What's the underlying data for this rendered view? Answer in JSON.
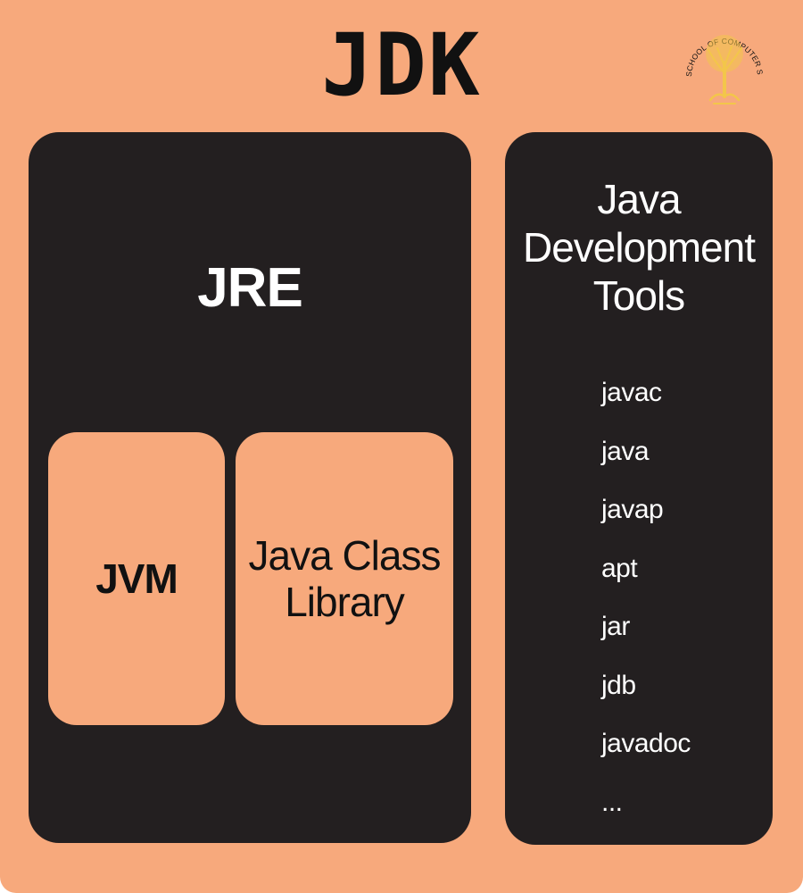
{
  "diagram": {
    "title": "JDK",
    "logo": {
      "text": "SCHOOL OF COMPUTER SCIENCE",
      "icon": "tree-icon",
      "color": "#f3c64a"
    },
    "jre": {
      "label": "JRE",
      "components": [
        {
          "label": "JVM"
        },
        {
          "label": "Java Class\nLibrary"
        }
      ]
    },
    "tools": {
      "title": "Java\nDevelopment\nTools",
      "items": [
        "javac",
        "java",
        "javap",
        "apt",
        "jar",
        "jdb",
        "javadoc",
        "..."
      ]
    },
    "colors": {
      "background": "#f7a97c",
      "panel": "#231f20",
      "dark_text": "#111111",
      "light_text": "#ffffff"
    }
  }
}
